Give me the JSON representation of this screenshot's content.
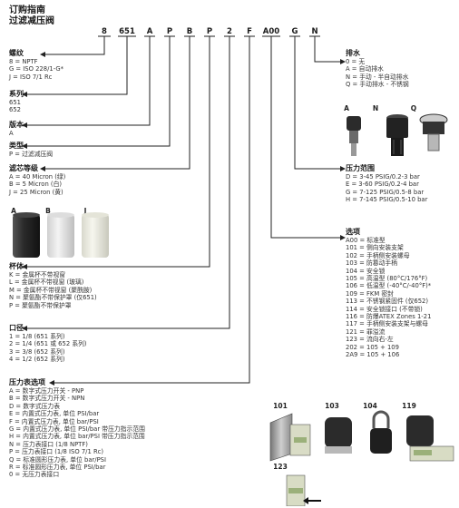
{
  "header": {
    "title": "订购指南",
    "subtitle": "过滤减压阀"
  },
  "code_chars": [
    "8",
    "651",
    "A",
    "P",
    "B",
    "P",
    "2",
    "F",
    "A00",
    "G",
    "N"
  ],
  "left_sections": [
    {
      "heading": "螺纹",
      "items": [
        "8 = NPTF",
        "G = ISO 228/1-G*",
        "J = ISO 7/1 Rc"
      ]
    },
    {
      "heading": "系列",
      "items": [
        "651",
        "652"
      ]
    },
    {
      "heading": "版本",
      "items": [
        "A"
      ]
    },
    {
      "heading": "类型",
      "items": [
        "P = 过滤减压阀"
      ]
    },
    {
      "heading": "滤芯等级",
      "items": [
        "A = 40 Micron (绿)",
        "B = 5 Micron (白)",
        "J = 25 Micron (黄)"
      ]
    },
    {
      "heading": "杯体",
      "items": [
        "K = 金属杯不带视窗",
        "L = 金属杯不带视窗 (玻璃)",
        "M = 金属杯不带视窗 (聚酰胺)",
        "N = 聚氨酯不带保护罩 (仅651)",
        "P = 聚氨酯不带保护罩"
      ]
    },
    {
      "heading": "口径",
      "items": [
        "1 = 1/8 (651 系列)",
        "2 = 1/4 (651 或 652 系列)",
        "3 = 3/8 (652 系列)",
        "4 = 1/2 (652 系列)"
      ]
    },
    {
      "heading": "压力表选项",
      "items": [
        "A = 数字式压力开关 - PNP",
        "B = 数字式压力开关 - NPN",
        "D = 数字式压力表",
        "E = 内置式压力表, 单位 PSI/bar",
        "F = 内置式压力表, 单位 bar/PSI",
        "G = 内置式压力表, 单位 PSI/bar 带压力指示范围",
        "H = 内置式压力表, 单位 bar/PSI 带压力指示范围",
        "N = 压力表接口 (1/8 NPTF)",
        "P = 压力表接口 (1/8 ISO 7/1 Rc)",
        "Q = 标准圆形压力表, 单位 bar/PSI",
        "R = 标准圆形压力表, 单位 PSI/bar",
        "0 = 无压力表接口"
      ]
    }
  ],
  "right_sections": [
    {
      "heading": "排水",
      "items": [
        "0 = 无",
        "A = 自动排水",
        "N = 手动 - 半自动排水",
        "Q = 手动排水 - 不锈钢"
      ]
    },
    {
      "heading": "压力范围",
      "items": [
        "D = 3-45 PSIG/0.2-3 bar",
        "E = 3-60 PSIG/0.2-4 bar",
        "G = 7-125 PSIG/0.5-8 bar",
        "H = 7-145 PSIG/0.5-10 bar"
      ]
    },
    {
      "heading": "选项",
      "items": [
        "A00 = 标准型",
        "101 = 侧向安装支架",
        "102 = 手柄侧安装螺母",
        "103 = 防篡动手柄",
        "104 = 安全锁",
        "105 = 高温型 (80°C/176°F)",
        "106 = 低温型 (-40°C/-40°F)*",
        "109 = FKM 密封",
        "113 = 不锈钢紧固件 (仅652)",
        "114 = 安全锁接口 (不带锁)",
        "116 = 防爆ATEX Zones 1-21",
        "117 = 手柄侧安装支架与螺母",
        "121 = 罪溢流",
        "123 = 流向右-左",
        "202 = 105 + 109",
        "2A9 = 105 + 106"
      ]
    }
  ],
  "drain_labels": [
    "A",
    "N",
    "Q"
  ],
  "bowl_labels": [
    "A",
    "B",
    "J"
  ],
  "option_photo_labels": [
    "101",
    "103",
    "104",
    "119",
    "123"
  ],
  "colors": {
    "line": "#222222",
    "bowl_black": "#2b2b2b",
    "bowl_white": "#e6e6e6",
    "bowl_yellow": "#eeeee4",
    "body_green": "#9bb07a"
  }
}
